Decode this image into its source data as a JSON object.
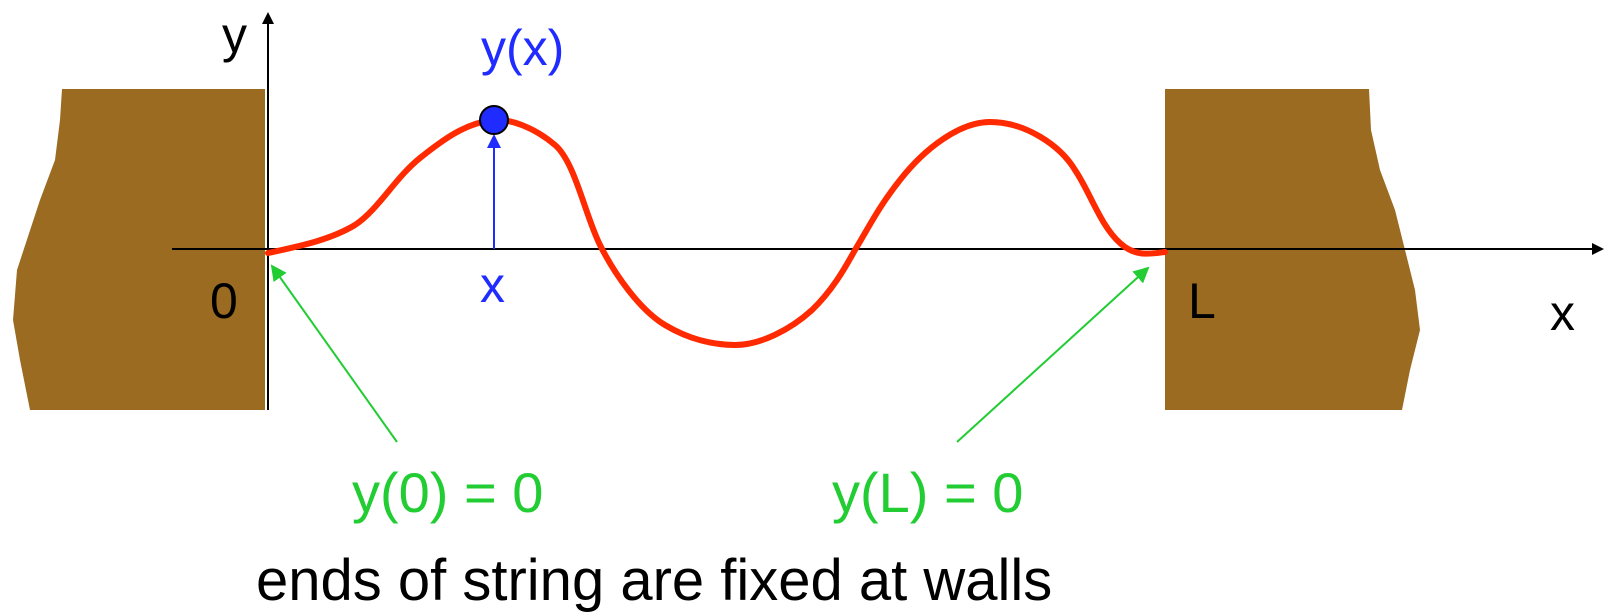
{
  "axes": {
    "y_axis_label": "y",
    "x_axis_label": "x",
    "origin_label": "0",
    "length_label": "L"
  },
  "point": {
    "label": "y(x)",
    "x_label": "x"
  },
  "boundary_conditions": {
    "left": "y(0) = 0",
    "right": "y(L) = 0"
  },
  "caption": "ends of string are fixed at walls",
  "colors": {
    "wall": "#9a6b20",
    "string": "#ff2a00",
    "point": "#1f2bff",
    "boundary_annotation": "#22cc33",
    "axis": "#000000"
  }
}
